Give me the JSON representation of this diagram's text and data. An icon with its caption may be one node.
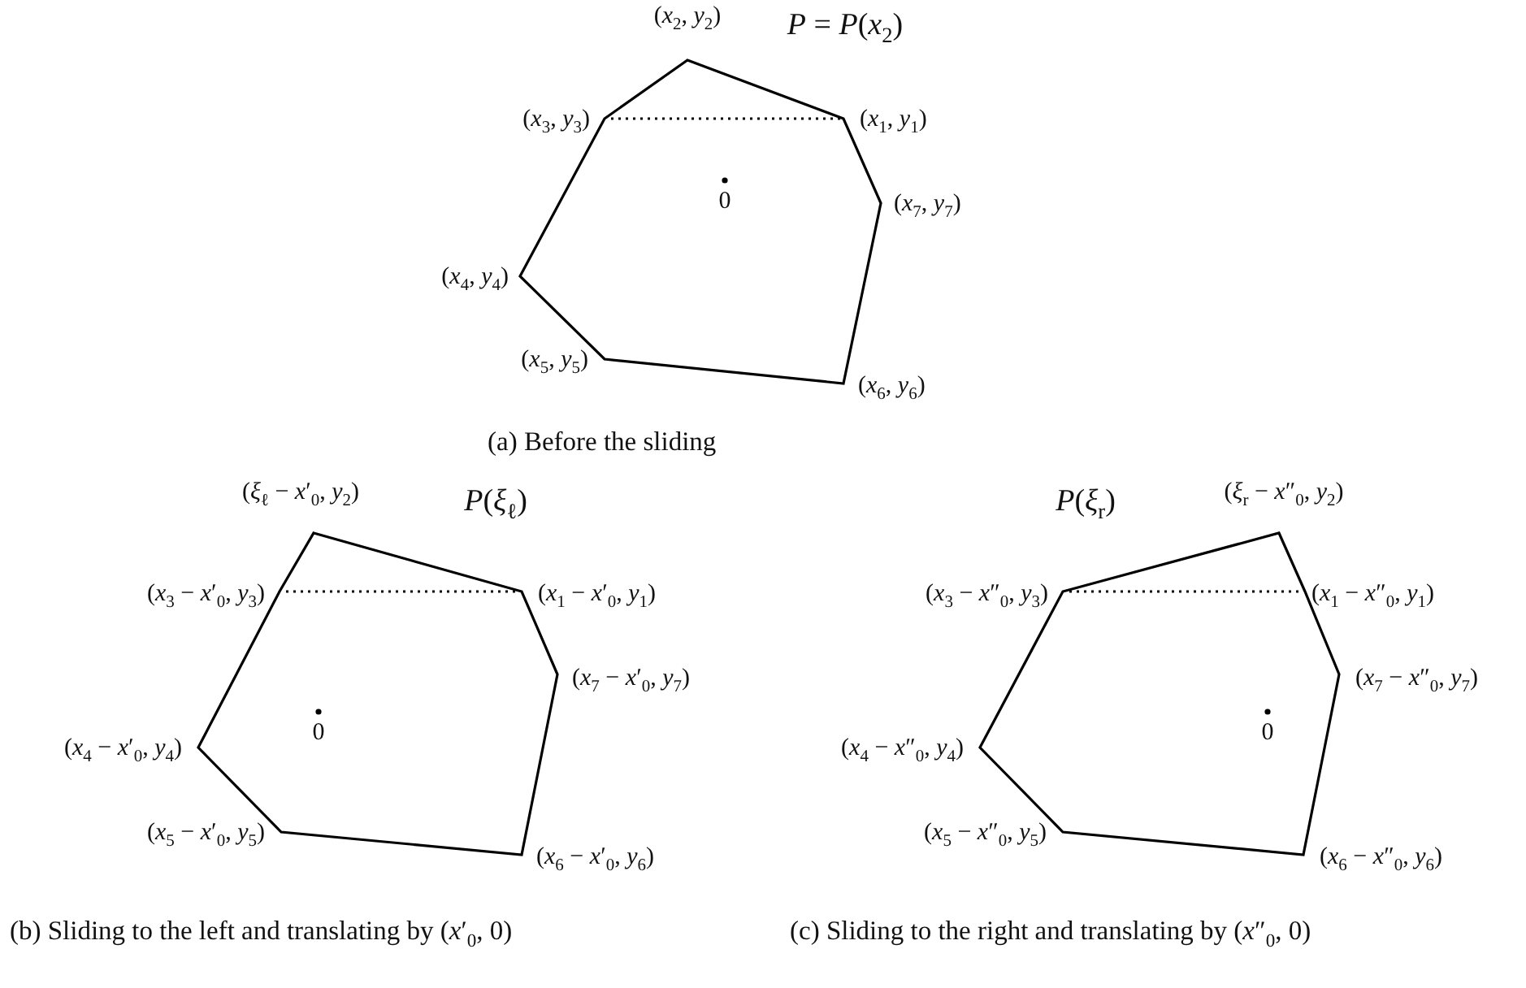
{
  "diagram": {
    "nodes": [
      {
        "text": [
          "*P* = *P*(*x*$_{2}$)",
          "0"
        ],
        "beside": [
          "(*x*$_{2}$, *y*$_{2}$)",
          "(*x*$_{3}$, *y*$_{3}$)",
          "(*x*$_{1}$, *y*$_{1}$)",
          "(*x*$_{7}$, *y*$_{7}$)",
          "(*x*$_{4}$, *y*$_{4}$)",
          "(*x*$_{5}$, *y*$_{5}$)",
          "(*x*$_{6}$, *y*$_{6}$)"
        ]
      },
      {
        "text": [
          "*P*(*ξ*$_{ℓ}$)",
          "0"
        ],
        "beside": [
          "(*ξ*$_{ℓ}$ − *x*′$_{0}$, *y*$_{2}$)",
          "(*x*$_{3}$ − *x*′$_{0}$, *y*$_{3}$)",
          "(*x*$_{1}$ − *x*′$_{0}$, *y*$_{1}$)",
          "(*x*$_{7}$ − *x*′$_{0}$, *y*$_{7}$)",
          "(*x*$_{4}$ − *x*′$_{0}$, *y*$_{4}$)",
          "(*x*$_{5}$ − *x*′$_{0}$, *y*$_{5}$)",
          "(*x*$_{6}$ − *x*′$_{0}$, *y*$_{6}$)"
        ]
      },
      {
        "text": [
          "*P*(*ξ*$_{r}$)",
          "0"
        ],
        "beside": [
          "(*ξ*$_{r}$ − *x*″$_{0}$, *y*$_{2}$)",
          "(*x*$_{3}$ − *x*″$_{0}$, *y*$_{3}$)",
          "(*x*$_{1}$ − *x*″$_{0}$, *y*$_{1}$)",
          "(*x*$_{7}$ − *x*″$_{0}$, *y*$_{7}$)",
          "(*x*$_{4}$ − *x*″$_{0}$, *y*$_{4}$)",
          "(*x*$_{5}$ − *x*″$_{0}$, *y*$_{5}$)",
          "(*x*$_{6}$ − *x*″$_{0}$, *y*$_{6}$)"
        ]
      }
    ],
    "labels": [
      "(a) Before the sliding",
      "(b) Sliding to the left and translating by (*x*′$_{0}$, 0)",
      "(c) Sliding to the right and translating by (*x*″$_{0}$, 0)"
    ]
  }
}
